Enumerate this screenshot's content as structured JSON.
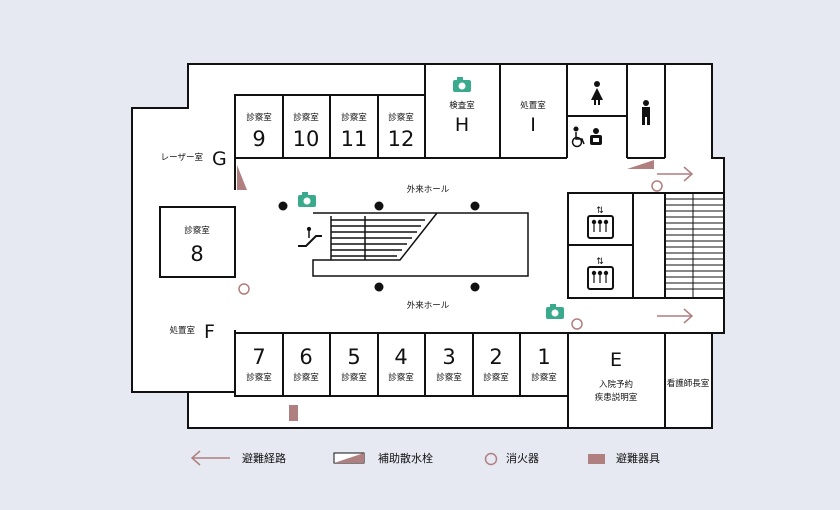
{
  "lobby": {
    "label_top": "外来ホール",
    "label_bottom": "外来ホール"
  },
  "top_rooms": [
    {
      "label": "診察室",
      "number": "9"
    },
    {
      "label": "診察室",
      "number": "10"
    },
    {
      "label": "診察室",
      "number": "11"
    },
    {
      "label": "診察室",
      "number": "12"
    }
  ],
  "bottom_rooms": [
    {
      "label": "診察室",
      "number": "7"
    },
    {
      "label": "診察室",
      "number": "6"
    },
    {
      "label": "診察室",
      "number": "5"
    },
    {
      "label": "診察室",
      "number": "4"
    },
    {
      "label": "診察室",
      "number": "3"
    },
    {
      "label": "診察室",
      "number": "2"
    },
    {
      "label": "診察室",
      "number": "1"
    }
  ],
  "kensa": {
    "label": "検査室",
    "letter": "H"
  },
  "shochi_top": {
    "label": "処置室",
    "letter": "I"
  },
  "laser": {
    "label": "レーザー室",
    "letter": "G"
  },
  "shochi_left": {
    "label": "処置室",
    "letter": "F"
  },
  "room8": {
    "label": "診察室",
    "number": "8"
  },
  "room_e": {
    "letter": "E",
    "line1": "入院予約",
    "line2": "疾患説明室"
  },
  "nurse": {
    "label": "看護師長室"
  },
  "legend": {
    "evacuation_route": "避難経路",
    "hydrant": "補助散水栓",
    "extinguisher": "消火器",
    "evac_equipment": "避難器具"
  },
  "colors": {
    "background": "#e6e9f2",
    "wall": "#111111",
    "room_fill": "#ffffff",
    "safety": "#b07f7f",
    "camera": "#3aaa8c"
  }
}
